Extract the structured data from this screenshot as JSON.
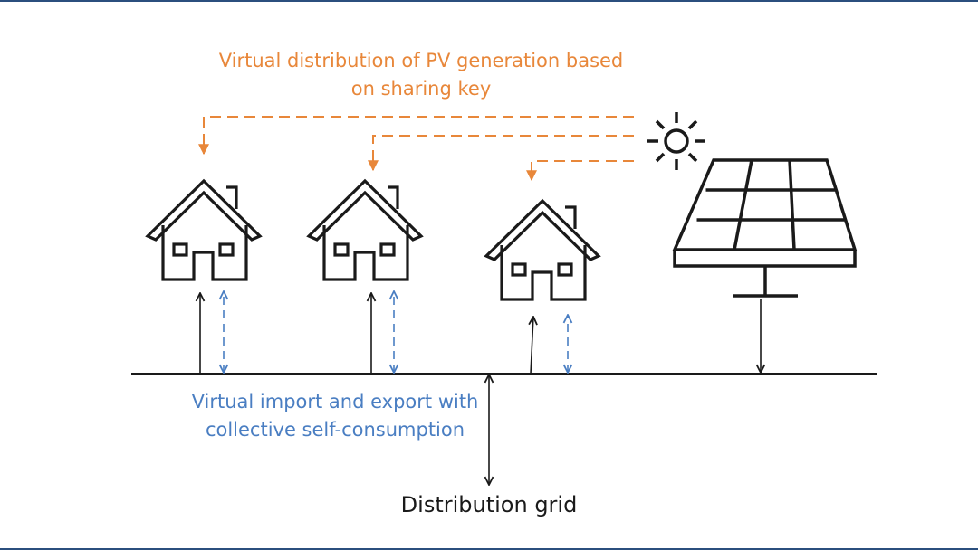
{
  "labels": {
    "pv_distribution_line1": "Virtual distribution of PV generation based",
    "pv_distribution_line2": "on sharing key",
    "collective_line1": "Virtual import and export with",
    "collective_line2": "collective self-consumption",
    "grid": "Distribution grid"
  },
  "colors": {
    "pv_distribution": "#e8873a",
    "collective": "#4a7ec2",
    "line": "#1a1a1a",
    "frame": "#2b4f7e"
  },
  "icons": [
    "house-icon",
    "house-icon",
    "house-icon",
    "sun-icon",
    "solar-panel-icon"
  ]
}
